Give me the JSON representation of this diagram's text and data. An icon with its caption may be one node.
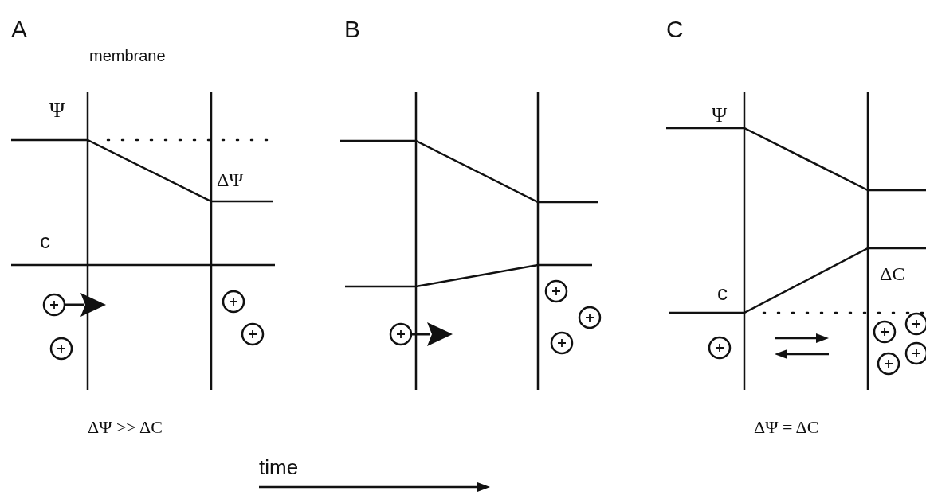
{
  "diagram": {
    "labels": [
      "A",
      "B",
      "C",
      "membrane",
      "Ψ",
      "ΔΨ",
      "c",
      "Ψ",
      "c",
      "ΔC",
      "ΔΨ >> ΔC",
      "ΔΨ = ΔC",
      "time"
    ]
  }
}
